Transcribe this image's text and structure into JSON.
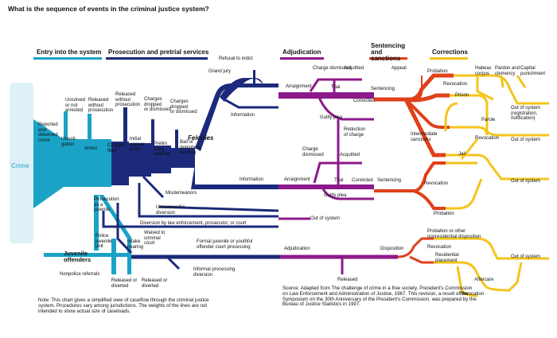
{
  "title": "What is the sequence of events in the criminal justice system?",
  "sections": {
    "entry": "Entry into the system",
    "prosecution": "Prosecution and pretrial services",
    "adjudication": "Adjudication",
    "sentencing": "Sentencing and sanctions",
    "corrections": "Corrections"
  },
  "colors": {
    "entry": "#1aa3c6",
    "prosecution": "#1b2a7a",
    "adjudication": "#8c1a8a",
    "sentencing": "#e0401a",
    "corrections": "#f3c41a",
    "crime_bg": "#dff1f8"
  },
  "labels": {
    "crime": "Crime",
    "reported": "Reported\nand\nobserved\ncrime",
    "investigation": "Investi-\ngation",
    "arrest": "Arrest",
    "unsolved": "Unsolved\nor not\narrested",
    "released_no_pros": "Released\nwithout\nprosecution",
    "released_no_pros2": "Released\nwithout\nprosecution",
    "charges_filed": "Charges\nfiled",
    "initial_appearance": "Initial\nappear\nance",
    "prelim": "Prelim\ninary\nhearing",
    "charges_dropped1": "Charges\ndropped\nor dismissed",
    "charges_dropped2": "Charges\ndropped\nor dismissed",
    "bail": "Bail or\ndetention\nhearing",
    "refusal": "Refusal to indict",
    "grand_jury": "Grand jury",
    "information1": "Information",
    "information2": "Information",
    "felonies": "Felonies",
    "misdemeanors": "Misdemeanors",
    "unsuccessful": "Unsuccessful\ndiversion",
    "diversion": "Diversion by law enforcement, prosecutor, or court",
    "out_of_system_mid": "Out of system",
    "prosecution_juvenile": "Prosecution\nas a\njuvenile",
    "waived": "Waived to\ncriminal\ncourt",
    "intake": "Intake\nhearing",
    "police_juv": "Police\njuvenile\nunit",
    "juvenile": "Juvenile\noffenders",
    "nonpolice": "Nonpolice referrals",
    "released_div1": "Released or\ndiverted",
    "released_div2": "Released or\ndiverted",
    "formal_juv": "Formal juvenile or youthful\noffender court processing",
    "informal": "Informal processing\ndiversion",
    "arraignment1": "Arraignment",
    "arraignment2": "Arraignment",
    "charge_dismissed1": "Charge dismissed",
    "charge_dismissed2": "Charge\ndismissed",
    "acquitted1": "Acquitted",
    "acquitted2": "Acquitted",
    "trial1": "Trial",
    "trial2": "Trial",
    "guilty1": "Guilty plea",
    "guilty2": "Guilty plea",
    "reduction": "Reduction\nof charge",
    "convicted1": "Convicted",
    "convicted2": "Convicted",
    "sentencing1": "Sentencing",
    "sentencing2": "Sentencing",
    "appeal": "Appeal",
    "adjudication_juv": "Adjudication",
    "released_juv": "Released",
    "disposition": "Disposition",
    "probation_top": "Probation",
    "revocation1": "Revocation",
    "prison": "Prison",
    "habeas": "Habeas\ncorpus",
    "pardon": "Pardon and\nclemency",
    "capital": "Capital\npunishment",
    "parole": "Parole",
    "revocation2": "Revocation",
    "out_sys_reg": "Out of system\n(registration,\nnotification)",
    "intermediate": "Intermediate\nsanctions",
    "out_sys2": "Out of system",
    "jail": "Jail",
    "revocation3": "Revocation",
    "out_sys3": "Out of system",
    "probation_bottom": "Probation",
    "probation_juv": "Probation or other\nnonresidential disposition",
    "revocation_juv": "Revocation",
    "residential": "Residential\nplacement",
    "out_sys4": "Out of system",
    "aftercare": "Aftercare",
    "revocation_juv2": "Revocation"
  },
  "note": "Note: This chart gives a simplified view of caseflow through the criminal justice system. Procedures vary among jurisdictions. The weights of the lines are not intended to show actual size of caseloads.",
  "source": "Source: Adapted from The challenge of crime in a free society. President's Commission on Law Enforcement and Administration of Justice, 1967. This revision, a result of the Symposium on the 30th Anniversary of the President's Commission, was prepared by the Bureau of Justice Statistics in 1997."
}
